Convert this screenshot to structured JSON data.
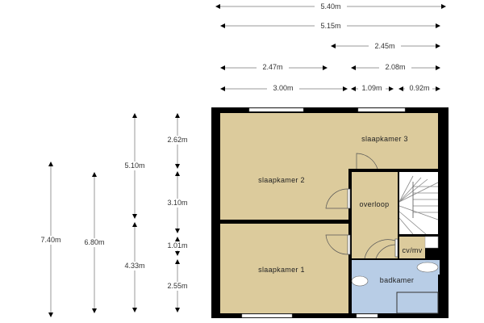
{
  "colors": {
    "room": "#dccb9c",
    "bath": "#b8cde6",
    "wall": "#000000",
    "stairs": "#ffffff",
    "dim": "#999999"
  },
  "dimensions_top": {
    "total_outer": "5.40m",
    "total_inner": "5.15m",
    "right_section": "2.45m",
    "left_room": "2.47m",
    "right_room": "2.08m",
    "seg_a": "3.00m",
    "seg_b": "1.09m",
    "seg_c": "0.92m"
  },
  "dimensions_left": {
    "total_outer": "7.40m",
    "total_inner": "6.80m",
    "upper": "5.10m",
    "lower": "4.33m",
    "seg_1": "2.62m",
    "seg_2": "3.10m",
    "seg_3": "1.01m",
    "seg_4": "2.55m"
  },
  "rooms": {
    "slaapkamer_2": "slaapkamer 2",
    "slaapkamer_3": "slaapkamer 3",
    "slaapkamer_1": "slaapkamer 1",
    "overloop": "overloop",
    "cvmv": "cv/mv",
    "badkamer": "badkamer"
  }
}
